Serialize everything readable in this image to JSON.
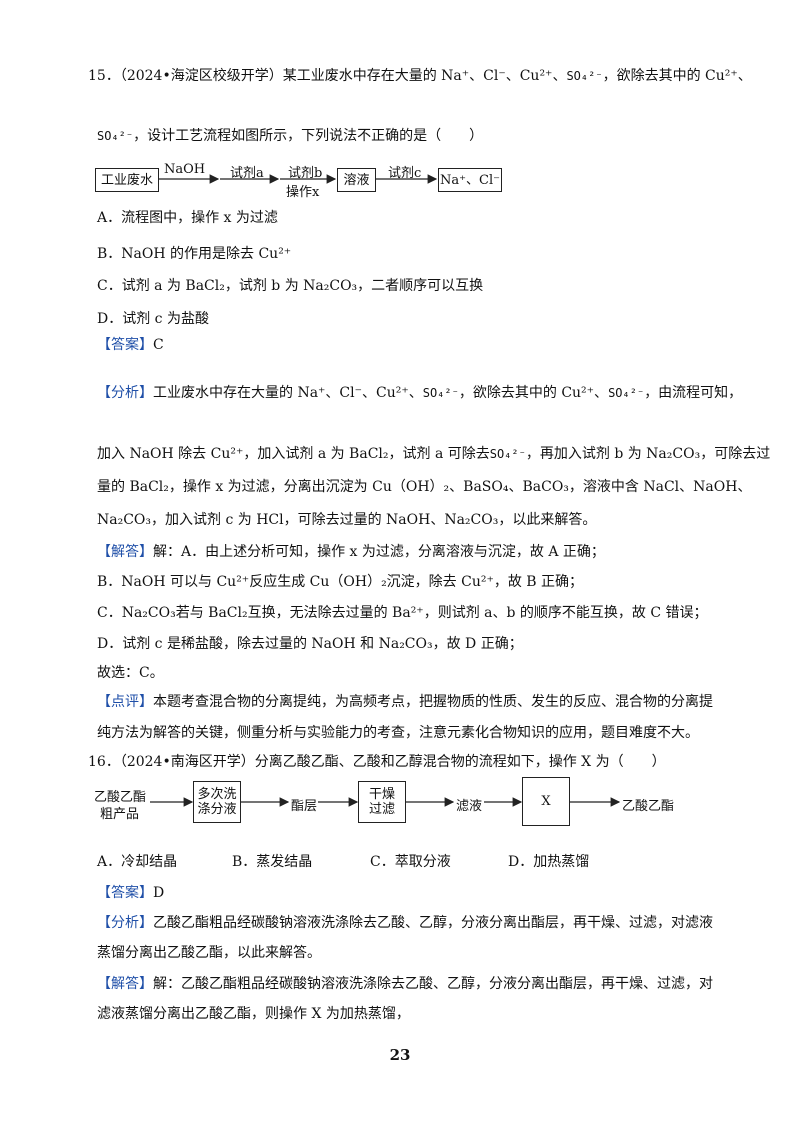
{
  "q15": {
    "stem_1": "15．（2024•海淀区校级开学）某工业废水中存在大量的 Na⁺、Cl⁻、Cu²⁺、",
    "so4": "SO₄²⁻",
    "stem_1b": "，欲除去其中的 Cu²⁺、",
    "stem_2": "，设计工艺流程如图所示，下列说法不正确的是（　　）",
    "flow": {
      "box1": "工业废水",
      "arrow1": "NaOH",
      "arrow2": "试剂a",
      "arrow3_top": "试剂b",
      "arrow3_bottom": "操作x",
      "box2": "溶液",
      "arrow4": "试剂c",
      "box3": "Na⁺、Cl⁻"
    },
    "options": {
      "A": "A．流程图中，操作 x 为过滤",
      "B": "B．NaOH 的作用是除去 Cu²⁺",
      "C": "C．试剂 a 为 BaCl₂，试剂 b 为 Na₂CO₃，二者顺序可以互换",
      "D": "D．试剂 c 为盐酸"
    },
    "answer_tag": "【答案】",
    "answer": "C",
    "analysis_tag": "【分析】",
    "analysis_1a": "工业废水中存在大量的 Na⁺、Cl⁻、Cu²⁺、",
    "analysis_1b": "，欲除去其中的 Cu²⁺、",
    "analysis_1c": "，由流程可知，",
    "analysis_2a": "加入 NaOH 除去 Cu²⁺，加入试剂 a 为 BaCl₂，试剂 a 可除去",
    "analysis_2b": "，再加入试剂 b 为 Na₂CO₃，可除去过",
    "analysis_3": "量的 BaCl₂，操作 x 为过滤，分离出沉淀为 Cu（OH）₂、BaSO₄、BaCO₃，溶液中含 NaCl、NaOH、",
    "analysis_4": "Na₂CO₃，加入试剂 c 为 HCl，可除去过量的 NaOH、Na₂CO₃，以此来解答。",
    "solution_tag": "【解答】",
    "solution_1": "解：A．由上述分析可知，操作 x 为过滤，分离溶液与沉淀，故 A 正确；",
    "solution_2": "B．NaOH 可以与 Cu²⁺反应生成 Cu（OH）₂沉淀，除去 Cu²⁺，故 B 正确；",
    "solution_3": "C．Na₂CO₃若与 BaCl₂互换，无法除去过量的 Ba²⁺，则试剂 a、b 的顺序不能互换，故 C 错误；",
    "solution_4": "D．试剂 c 是稀盐酸，除去过量的 NaOH 和 Na₂CO₃，故 D 正确；",
    "solution_5": "故选：C。",
    "comment_tag": "【点评】",
    "comment_1": "本题考查混合物的分离提纯，为高频考点，把握物质的性质、发生的反应、混合物的分离提",
    "comment_2": "纯方法为解答的关键，侧重分析与实验能力的考查，注意元素化合物知识的应用，题目难度不大。"
  },
  "q16": {
    "stem": "16．（2024•南海区开学）分离乙酸乙酯、乙酸和乙醇混合物的流程如下，操作 X 为（　　）",
    "flow": {
      "start_1": "乙酸乙酯",
      "start_2": "粗产品",
      "box1_1": "多次洗",
      "box1_2": "涤分液",
      "mid1": "酯层",
      "box2_1": "干燥",
      "box2_2": "过滤",
      "mid2": "滤液",
      "box3": "X",
      "end": "乙酸乙酯"
    },
    "options": {
      "A": "A．冷却结晶",
      "B": "B．蒸发结晶",
      "C": "C．萃取分液",
      "D": "D．加热蒸馏"
    },
    "answer_tag": "【答案】",
    "answer": "D",
    "analysis_tag": "【分析】",
    "analysis_1": "乙酸乙酯粗品经碳酸钠溶液洗涤除去乙酸、乙醇，分液分离出酯层，再干燥、过滤，对滤液",
    "analysis_2": "蒸馏分离出乙酸乙酯，以此来解答。",
    "solution_tag": "【解答】",
    "solution_1": "解：乙酸乙酯粗品经碳酸钠溶液洗涤除去乙酸、乙醇，分液分离出酯层，再干燥、过滤，对",
    "solution_2": "滤液蒸馏分离出乙酸乙酯，则操作 X 为加热蒸馏，"
  },
  "page_number": "23"
}
